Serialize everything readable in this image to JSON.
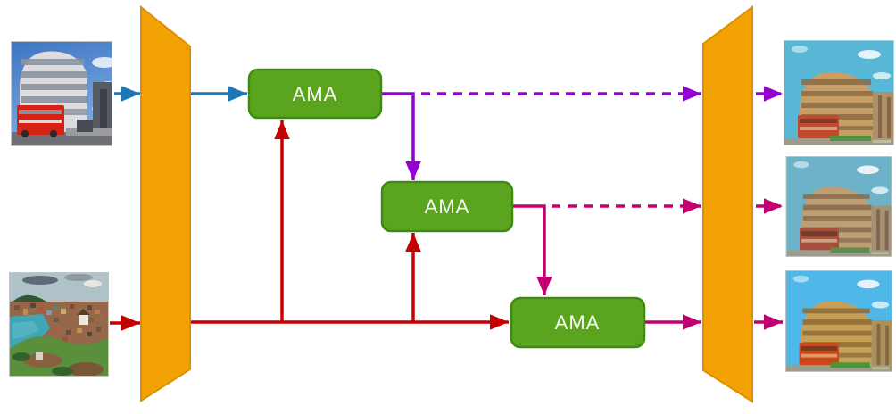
{
  "modules": [
    {
      "label": "AMA"
    },
    {
      "label": "AMA"
    },
    {
      "label": "AMA"
    }
  ],
  "colors": {
    "encoder_fill": "#F2A202",
    "encoder_stroke": "#DE8F00",
    "module_fill": "#5AA41E",
    "module_stroke": "#3F8A10",
    "module_text_color": "#F7F7F2",
    "arrow_blue": "#1F77B4",
    "arrow_red": "#C40000",
    "arrow_purple": "#9400D3",
    "arrow_magenta": "#C20070"
  },
  "images": {
    "content_input": "city-building-with-red-bus-photo",
    "style_input": "coastal-town-painting",
    "outputs": [
      "stylized-result-1",
      "stylized-result-2",
      "stylized-result-3"
    ]
  }
}
